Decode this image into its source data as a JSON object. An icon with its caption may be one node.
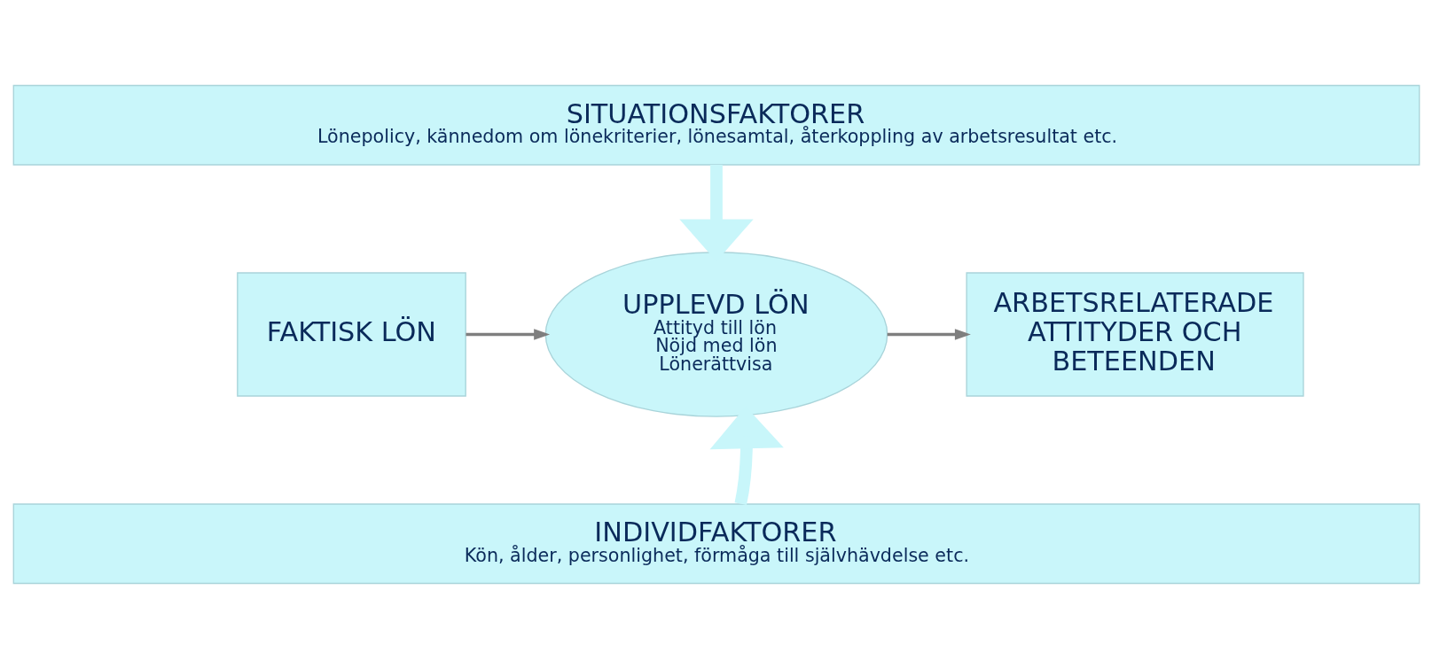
{
  "diagram": {
    "nodes": [
      {
        "text": [
          "SITUATIONSFAKTORER",
          "Lönepolicy, kännedom om lönekriterier, lönesamtal, återkoppling av arbetsresultat etc."
        ]
      },
      {
        "text": [
          "FAKTISK LÖN"
        ]
      },
      {
        "text": [
          "UPPLEVD LÖN",
          "Attityd till lön",
          "Nöjd med lön",
          "Lönerättvisa"
        ]
      },
      {
        "text": [
          "ARBETSRELATERADE ATTITYDER OCH BETEENDEN"
        ]
      },
      {
        "text": [
          "INDIVIDFAKTORER",
          "Kön, ålder, personlighet, förmåga till självhävdelse etc."
        ]
      }
    ],
    "edges": [
      {
        "from": 0,
        "to": 2,
        "arrow": "to",
        "style": "thick",
        "color": "#c8f6fa"
      },
      {
        "from": 1,
        "to": 2,
        "arrow": "to",
        "color": "#7f7f7f"
      },
      {
        "from": 2,
        "to": 3,
        "arrow": "to",
        "color": "#7f7f7f"
      },
      {
        "from": 4,
        "to": 2,
        "arrow": "to",
        "style": "thick",
        "color": "#c8f6fa"
      }
    ]
  }
}
